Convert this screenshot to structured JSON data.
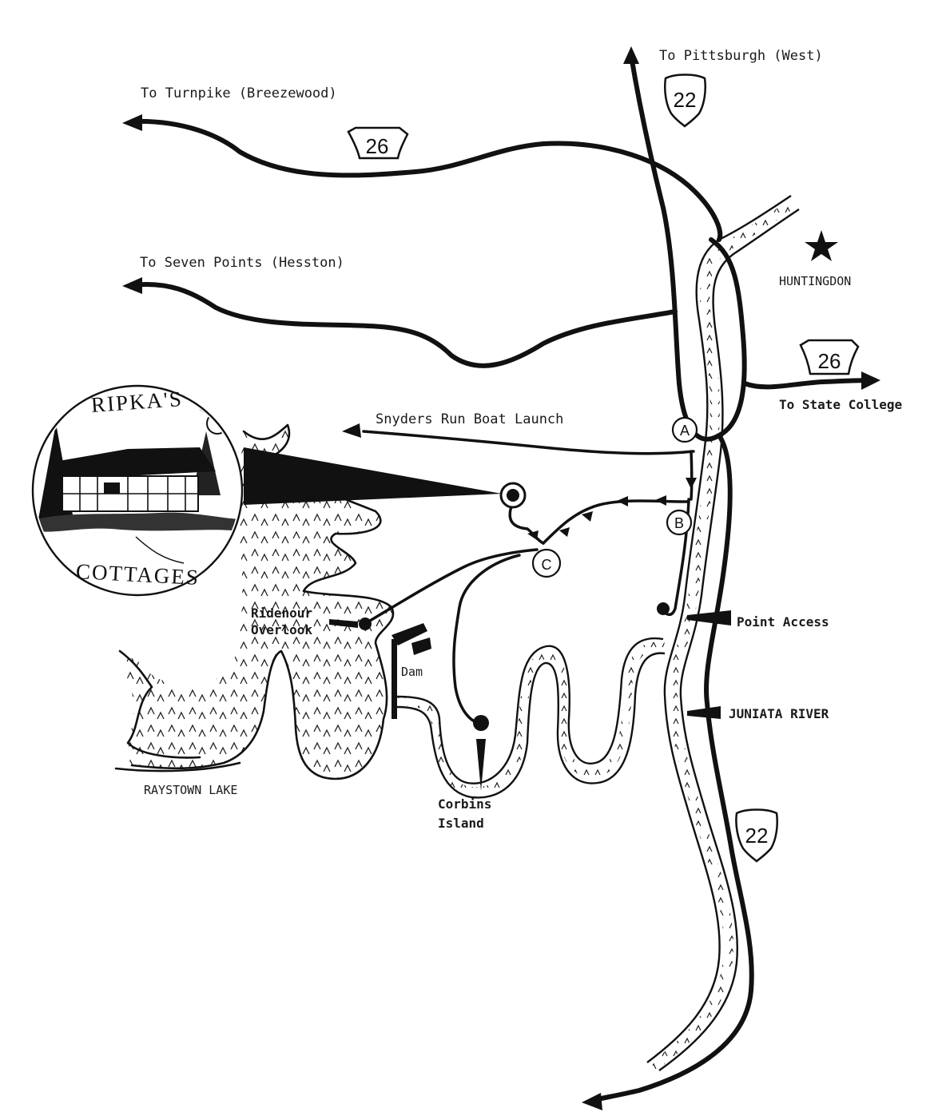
{
  "colors": {
    "ink": "#111111",
    "paper": "#ffffff"
  },
  "labels": {
    "to_pittsburgh": "To Pittsburgh (West)",
    "to_turnpike": "To Turnpike (Breezewood)",
    "to_seven_points": "To Seven Points (Hesston)",
    "huntingdon": "HUNTINGDON",
    "to_state_college": "To State College",
    "snyders_run": "Snyders Run Boat Launch",
    "ridenour_line1": "Ridenour",
    "ridenour_line2": "Overlook",
    "dam": "Dam",
    "point_access": "Point Access",
    "juniata_river": "JUNIATA RIVER",
    "raystown_lake": "RAYSTOWN LAKE",
    "corbins_line1": "Corbins",
    "corbins_line2": "Island"
  },
  "route_shields": {
    "us22_north": "22",
    "pa26_west": "26",
    "pa26_east": "26",
    "us22_south": "22"
  },
  "waypoints": {
    "a": "A",
    "b": "B",
    "c": "C"
  },
  "logo": {
    "top_text": "RIPKA'S",
    "bottom_text": "COTTAGES"
  },
  "icons": {
    "huntingdon_marker": "star-icon",
    "cottage_location": "target-circle-icon"
  }
}
